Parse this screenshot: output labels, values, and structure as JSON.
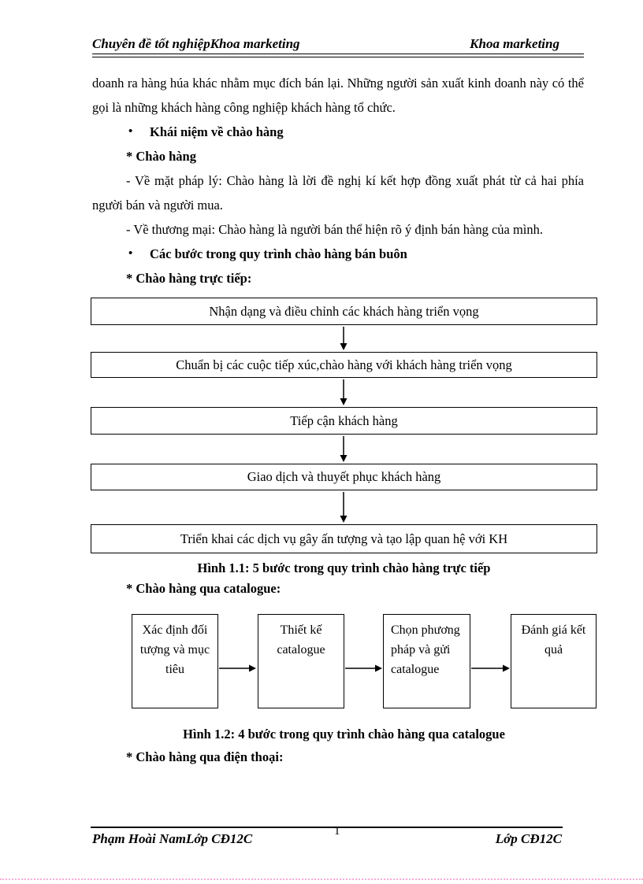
{
  "header": {
    "left_title": "Chuyên đề tốt nghiệpKhoa marketing",
    "right_title": "Khoa marketing"
  },
  "content": {
    "bullet_marker": "•",
    "para_intro": "doanh ra hàng húa khác nhằm mục đích bán lại. Những người sản xuất kinh doanh này có thể gọi là những khách hàng công nghiệp khách hàng tổ chức.",
    "bullet_concept": "Khái niệm về chào hàng",
    "sub_chao_hang": "* Chào hàng",
    "para_legal": "- Về mặt pháp lý: Chào hàng là lời đề nghị kí kết hợp đồng xuất phát từ cả hai phía người bán và người mua.",
    "para_commercial": "- Về thương mại: Chào hàng là người bán thể hiện rõ ý định bán hàng của mình.",
    "bullet_steps": "Các bước trong quy trình chào hàng bán buôn",
    "sub_direct": "* Chào hàng trực tiếp:"
  },
  "figure1": {
    "steps": [
      "Nhận dạng và điều chỉnh các khách hàng triển vọng",
      "Chuẩn bị các cuộc tiếp xúc,chào hàng với khách hàng triển vọng",
      "Tiếp cận khách hàng",
      "Giao dịch và thuyết phục khách hàng",
      "Triển khai các dịch vụ gây ấn tượng và tạo lập quan hệ với KH"
    ],
    "caption": "Hình 1.1: 5 bước trong quy trình chào hàng trực tiếp"
  },
  "catalogue_heading": "* Chào hàng qua catalogue:",
  "figure2": {
    "steps": [
      "Xác định đối tượng và mục tiêu",
      "Thiết kế catalogue",
      "Chọn phương pháp và gửi catalogue",
      "Đánh giá kết quả"
    ],
    "caption": "Hình 1.2: 4 bước trong quy trình chào hàng qua catalogue"
  },
  "phone_heading": "* Chào hàng qua điện thoại:",
  "footer": {
    "author": "Phạm Hoài NamLớp CĐ12C",
    "page_number": "1",
    "class_name": "Lớp CĐ12C"
  }
}
